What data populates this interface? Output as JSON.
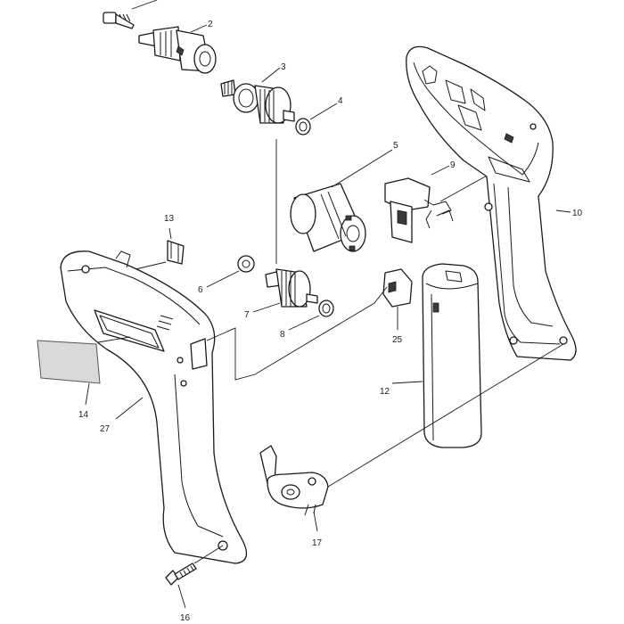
{
  "callouts": [
    {
      "id": "2",
      "text": "2"
    },
    {
      "id": "3",
      "text": "3"
    },
    {
      "id": "4",
      "text": "4"
    },
    {
      "id": "5",
      "text": "5"
    },
    {
      "id": "6",
      "text": "6"
    },
    {
      "id": "7",
      "text": "7"
    },
    {
      "id": "8",
      "text": "8"
    },
    {
      "id": "9",
      "text": "9"
    },
    {
      "id": "10",
      "text": "10"
    },
    {
      "id": "12",
      "text": "12"
    },
    {
      "id": "13",
      "text": "13"
    },
    {
      "id": "14",
      "text": "14"
    },
    {
      "id": "16",
      "text": "16"
    },
    {
      "id": "17",
      "text": "17"
    },
    {
      "id": "25",
      "text": "25"
    },
    {
      "id": "27",
      "text": "27"
    }
  ],
  "colors": {
    "line": "#1a1a1a",
    "background": "#ffffff",
    "label_fill": "#d9d9d9"
  }
}
